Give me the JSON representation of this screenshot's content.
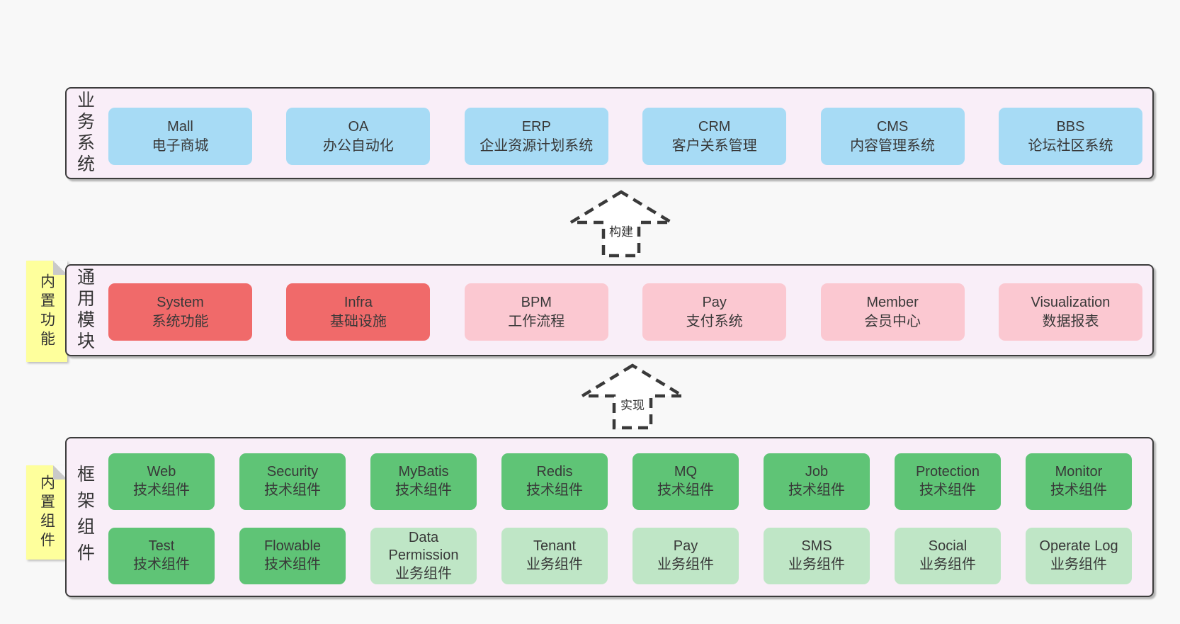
{
  "diagram": {
    "background": "#f8f8f8",
    "panel_bg": "#f9eef8",
    "panel_border": "#3c3c3c"
  },
  "colors": {
    "blue": "#a7dbf5",
    "red": "#f06a6a",
    "pink": "#fbc8d1",
    "green": "#5fc476",
    "light_green": "#bfe6c6",
    "sticky_yellow": "#feff9c",
    "text": "#333333"
  },
  "arrows": [
    {
      "label": "构建"
    },
    {
      "label": "实现"
    }
  ],
  "stickies": [
    {
      "label": "内置功能"
    },
    {
      "label": "内置组件"
    }
  ],
  "layers": [
    {
      "title": "业务系统",
      "boxes": [
        {
          "name": "Mall",
          "desc": "电子商城",
          "variant": "blue"
        },
        {
          "name": "OA",
          "desc": "办公自动化",
          "variant": "blue"
        },
        {
          "name": "ERP",
          "desc": "企业资源计划系统",
          "variant": "blue"
        },
        {
          "name": "CRM",
          "desc": "客户关系管理",
          "variant": "blue"
        },
        {
          "name": "CMS",
          "desc": "内容管理系统",
          "variant": "blue"
        },
        {
          "name": "BBS",
          "desc": "论坛社区系统",
          "variant": "blue"
        }
      ]
    },
    {
      "title": "通用模块",
      "sticky": "内置功能",
      "boxes": [
        {
          "name": "System",
          "desc": "系统功能",
          "variant": "red"
        },
        {
          "name": "Infra",
          "desc": "基础设施",
          "variant": "red"
        },
        {
          "name": "BPM",
          "desc": "工作流程",
          "variant": "pink"
        },
        {
          "name": "Pay",
          "desc": "支付系统",
          "variant": "pink"
        },
        {
          "name": "Member",
          "desc": "会员中心",
          "variant": "pink"
        },
        {
          "name": "Visualization",
          "desc": "数据报表",
          "variant": "pink"
        }
      ]
    },
    {
      "title": "框架组件",
      "sticky": "内置组件",
      "row1": [
        {
          "name": "Web",
          "desc": "技术组件",
          "variant": "green"
        },
        {
          "name": "Security",
          "desc": "技术组件",
          "variant": "green"
        },
        {
          "name": "MyBatis",
          "desc": "技术组件",
          "variant": "green"
        },
        {
          "name": "Redis",
          "desc": "技术组件",
          "variant": "green"
        },
        {
          "name": "MQ",
          "desc": "技术组件",
          "variant": "green"
        },
        {
          "name": "Job",
          "desc": "技术组件",
          "variant": "green"
        },
        {
          "name": "Protection",
          "desc": "技术组件",
          "variant": "green"
        },
        {
          "name": "Monitor",
          "desc": "技术组件",
          "variant": "green"
        }
      ],
      "row2": [
        {
          "name": "Test",
          "desc": "技术组件",
          "variant": "green"
        },
        {
          "name": "Flowable",
          "desc": "技术组件",
          "variant": "green"
        },
        {
          "name": "Data Permission",
          "desc": "业务组件",
          "variant": "lightgreen"
        },
        {
          "name": "Tenant",
          "desc": "业务组件",
          "variant": "lightgreen"
        },
        {
          "name": "Pay",
          "desc": "业务组件",
          "variant": "lightgreen"
        },
        {
          "name": "SMS",
          "desc": "业务组件",
          "variant": "lightgreen"
        },
        {
          "name": "Social",
          "desc": "业务组件",
          "variant": "lightgreen"
        },
        {
          "name": "Operate Log",
          "desc": "业务组件",
          "variant": "lightgreen"
        }
      ]
    }
  ]
}
